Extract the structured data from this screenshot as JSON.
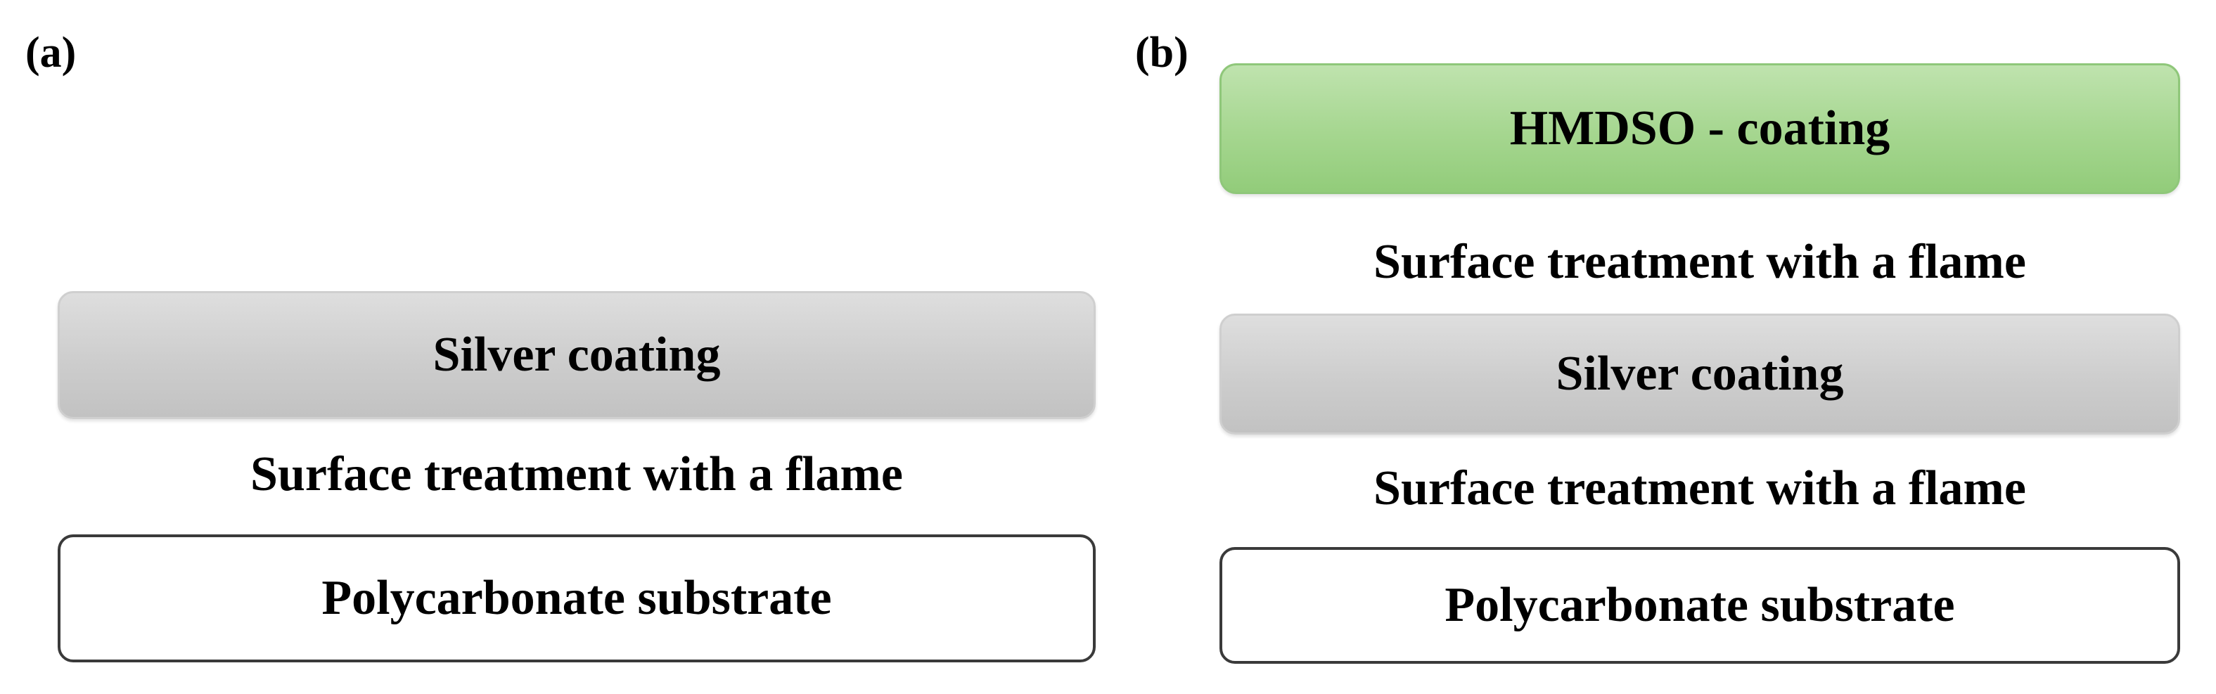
{
  "panel_a": {
    "label": "(a)",
    "layers": {
      "silver": "Silver coating",
      "treatment": "Surface treatment with a flame",
      "substrate": "Polycarbonate substrate"
    }
  },
  "panel_b": {
    "label": "(b)",
    "layers": {
      "hmdso": "HMDSO - coating",
      "treatment_top": "Surface treatment with a flame",
      "silver": "Silver coating",
      "treatment_bottom": "Surface treatment with a flame",
      "substrate": "Polycarbonate substrate"
    }
  },
  "colors": {
    "silver_fill": "#cdcdcd",
    "hmdso_fill": "#a5d68f",
    "substrate_border": "#3a3a3a",
    "text": "#000000"
  }
}
